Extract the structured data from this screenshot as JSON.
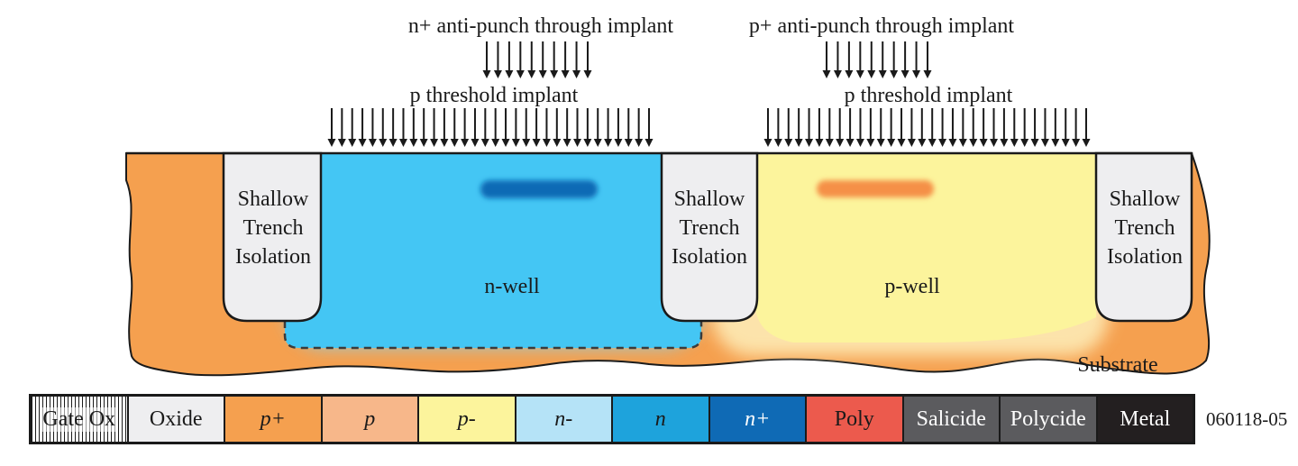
{
  "labels": {
    "n_apt": "n+ anti-punch through implant",
    "p_apt": "p+ anti-punch through implant",
    "p_vt_left": "p threshold implant",
    "p_vt_right": "p threshold implant",
    "sti": [
      "Shallow",
      "Trench",
      "Isolation"
    ],
    "n_well": "n-well",
    "p_well": "p-well",
    "substrate": "Substrate"
  },
  "legend": [
    {
      "key": "gate-ox",
      "text": "Gate Ox",
      "fill": "#ffffff",
      "text_color": "#1a1a1a",
      "italic": false,
      "hatch": true
    },
    {
      "key": "oxide",
      "text": "Oxide",
      "fill": "#eeeef0",
      "text_color": "#1a1a1a",
      "italic": false
    },
    {
      "key": "p-plus",
      "text": "p+",
      "fill": "#f5a04f",
      "text_color": "#1a1a1a",
      "italic": true
    },
    {
      "key": "p",
      "text": "p",
      "fill": "#f7b78a",
      "text_color": "#1a1a1a",
      "italic": true
    },
    {
      "key": "p-minus",
      "text": "p-",
      "fill": "#fcf49c",
      "text_color": "#1a1a1a",
      "italic": true
    },
    {
      "key": "n-minus",
      "text": "n-",
      "fill": "#b5e3f7",
      "text_color": "#1a1a1a",
      "italic": true
    },
    {
      "key": "n",
      "text": "n",
      "fill": "#1ea3dc",
      "text_color": "#1a1a1a",
      "italic": true
    },
    {
      "key": "n-plus",
      "text": "n+",
      "fill": "#0f6ab5",
      "text_color": "#ffffff",
      "italic": true
    },
    {
      "key": "poly",
      "text": "Poly",
      "fill": "#ec5a4d",
      "text_color": "#1a1a1a",
      "italic": false
    },
    {
      "key": "salicide",
      "text": "Salicide",
      "fill": "#5b5b5e",
      "text_color": "#ffffff",
      "italic": false
    },
    {
      "key": "polycide",
      "text": "Polycide",
      "fill": "#5b5b5e",
      "text_color": "#ffffff",
      "italic": false
    },
    {
      "key": "metal",
      "text": "Metal",
      "fill": "#231f20",
      "text_color": "#ffffff",
      "italic": false
    }
  ],
  "figure_id": "060118-05",
  "colors": {
    "substrate": "#f5a04f",
    "n_well": "#44c6f4",
    "p_well": "#fcf49c",
    "oxide": "#eeeef0",
    "n_plus": "#0f6ab5",
    "p_implant": "#f59046"
  }
}
